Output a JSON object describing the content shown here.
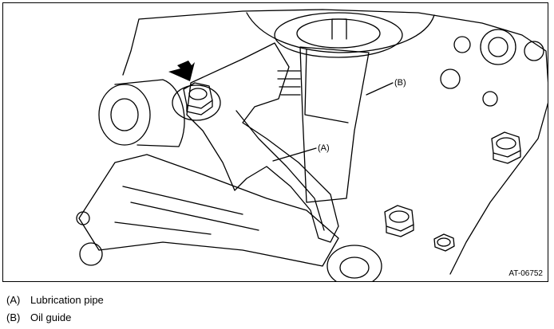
{
  "figure": {
    "figure_id": "AT-06752",
    "callouts": {
      "a": "(A)",
      "b": "(B)"
    }
  },
  "legend": [
    {
      "key": "(A)",
      "text": "Lubrication pipe"
    },
    {
      "key": "(B)",
      "text": "Oil guide"
    }
  ],
  "icons": [
    "arrow-icon",
    "bolt-icon"
  ]
}
